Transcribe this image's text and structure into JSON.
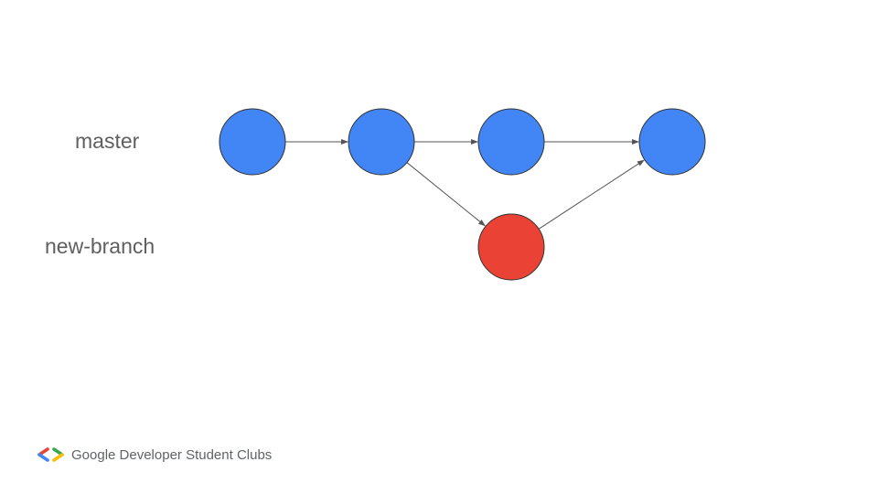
{
  "branches": {
    "master_label": "master",
    "new_branch_label": "new-branch"
  },
  "commits": [
    {
      "id": "c1",
      "branch": "master",
      "color": "#4285f4"
    },
    {
      "id": "c2",
      "branch": "master",
      "color": "#4285f4"
    },
    {
      "id": "c3",
      "branch": "master",
      "color": "#4285f4"
    },
    {
      "id": "c4",
      "branch": "master",
      "color": "#4285f4"
    },
    {
      "id": "b1",
      "branch": "new-branch",
      "color": "#ea4335"
    }
  ],
  "edges": [
    {
      "from": "c1",
      "to": "c2"
    },
    {
      "from": "c2",
      "to": "c3"
    },
    {
      "from": "c3",
      "to": "c4"
    },
    {
      "from": "c2",
      "to": "b1"
    },
    {
      "from": "b1",
      "to": "c4"
    }
  ],
  "footer": {
    "brand_text": "Google Developer Student Clubs",
    "logo_icon": "gdsc-brackets-logo",
    "logo_colors": [
      "#4285f4",
      "#ea4335",
      "#34a853",
      "#fbbc04"
    ]
  }
}
